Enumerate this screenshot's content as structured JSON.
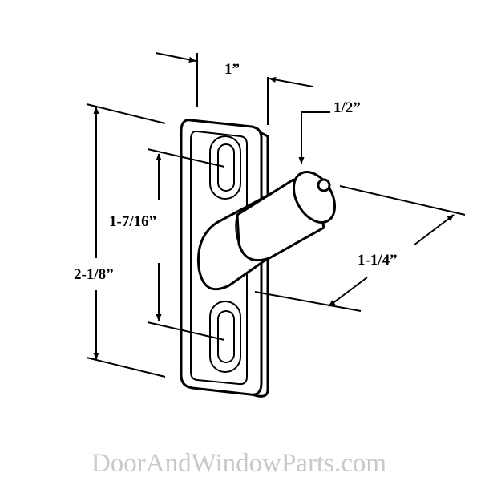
{
  "dimensions": {
    "width_plate": "1”",
    "pin_diameter": "1/2”",
    "slot_spacing": "1-7/16”",
    "height_overall": "2-1/8”",
    "pin_length": "1-1/4”"
  },
  "watermark": "DoorAndWindowParts.com"
}
